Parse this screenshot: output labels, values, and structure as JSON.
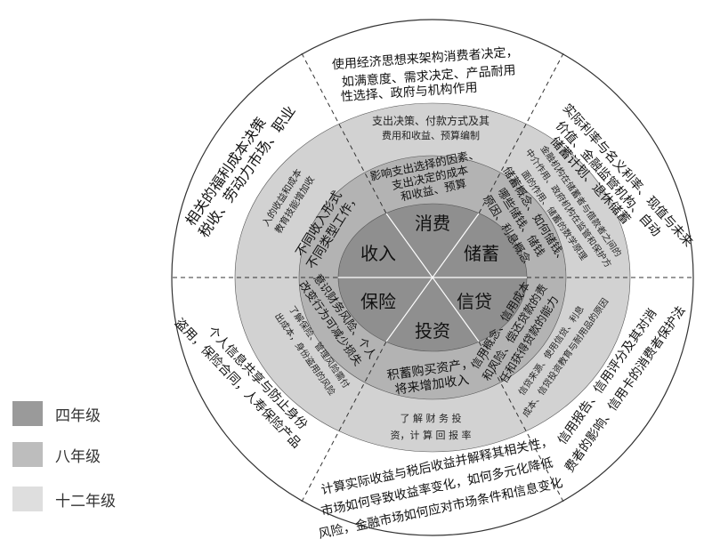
{
  "center": {
    "sectors": [
      "消费",
      "储蓄",
      "信贷",
      "投资",
      "保险",
      "收入"
    ]
  },
  "ring2": {
    "consumption": [
      "影响支出选择的因素、",
      "支出决定的成本",
      "和收益、预算"
    ],
    "savings": [
      "储蓄概念、如何储钱、",
      "哪些储钱、储钱",
      "原因、利息概念"
    ],
    "credit": [
      "信用概念、信用成本",
      "和风险、偿还贷款的责",
      "任和获得贷款的能力"
    ],
    "investment": [
      "积蓄购买资产，",
      "将来增加收入"
    ],
    "insurance": [
      "意识财务风险、个人",
      "改变行为可减少损失"
    ],
    "income": [
      "不同类型工作，",
      "不同收入形式"
    ]
  },
  "ring3": {
    "consumption": [
      "支出决策、付款方式及其",
      "费用和收益、预算编制"
    ],
    "savings": [
      "金融机构在储蓄者与借款者之间的",
      "中介作用、政府机构在监管和保护方",
      "面的作用、储蓄的数学原理"
    ],
    "credit": [
      "信贷来源、使用信贷、利息",
      "成本、信贷投资教育与耐用品的原因"
    ],
    "investment": [
      "了 解 财 务 投",
      "资，计 算 回 报 率"
    ],
    "insurance": [
      "了解保险、管理风险需付",
      "出成本，身份盗用的风险"
    ],
    "income": [
      "教育技能增加收",
      "入的收益和成本"
    ]
  },
  "ring4": {
    "consumption": [
      "使用经济思想来架构消费者决定，",
      "如满意度、需求决定、产品耐用",
      "性选择、政府与机构作用"
    ],
    "savings": [
      "实际利率与名义利率、现值与未来",
      "价值、金融监管机构、自动",
      "储蓄计划、退休储蓄"
    ],
    "credit": [
      "信用报告、信用评分及其对消",
      "费者的影响、信用卡的消费者保护法"
    ],
    "investment": [
      "计算实际收益与税后收益并解释其相关性，",
      "市场如何导致收益率变化，如何多元化降低",
      "风险，金融市场如何应对市场条件和信息变化"
    ],
    "insurance": [
      "个人信息共享与防止身份",
      "盗用，保险合同，人寿保险产品"
    ],
    "income": [
      "税收、劳动力市场、职业",
      "相关的福利成本决策"
    ]
  },
  "legend": [
    {
      "label": "四年级",
      "color": "#9a9a9a"
    },
    {
      "label": "八年级",
      "color": "#bdbdbd"
    },
    {
      "label": "十二年级",
      "color": "#dedede"
    }
  ],
  "colors": {
    "center": "#8c8c8c",
    "ring2": "#a6a6a6",
    "ring3": "#c7c7c7",
    "ring4": "#ffffff",
    "divider": "#444444"
  }
}
